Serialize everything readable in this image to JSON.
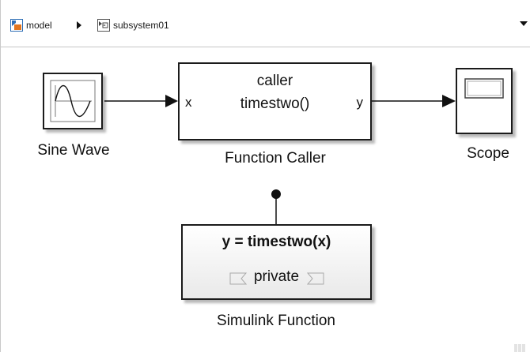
{
  "breadcrumb": {
    "items": [
      {
        "label": "model",
        "icon": "model-icon"
      },
      {
        "label": "subsystem01",
        "icon": "subsystem-icon"
      }
    ],
    "separator_icon": "chevron-right-icon",
    "menu_icon": "chevron-down-icon"
  },
  "blocks": {
    "sine_wave": {
      "label": "Sine Wave",
      "icon": "sine-wave-icon"
    },
    "function_caller": {
      "line1": "caller",
      "line2": "timestwo()",
      "input_port": "x",
      "output_port": "y",
      "label": "Function Caller"
    },
    "scope": {
      "label": "Scope",
      "icon": "scope-screen-icon"
    },
    "simulink_function": {
      "signature": "y = timestwo(x)",
      "visibility": "private",
      "label": "Simulink Function"
    }
  },
  "colors": {
    "block_border": "#1b1b1b",
    "line": "#111111",
    "icon_orange": "#e2751e",
    "icon_blue": "#2f6fb6"
  }
}
